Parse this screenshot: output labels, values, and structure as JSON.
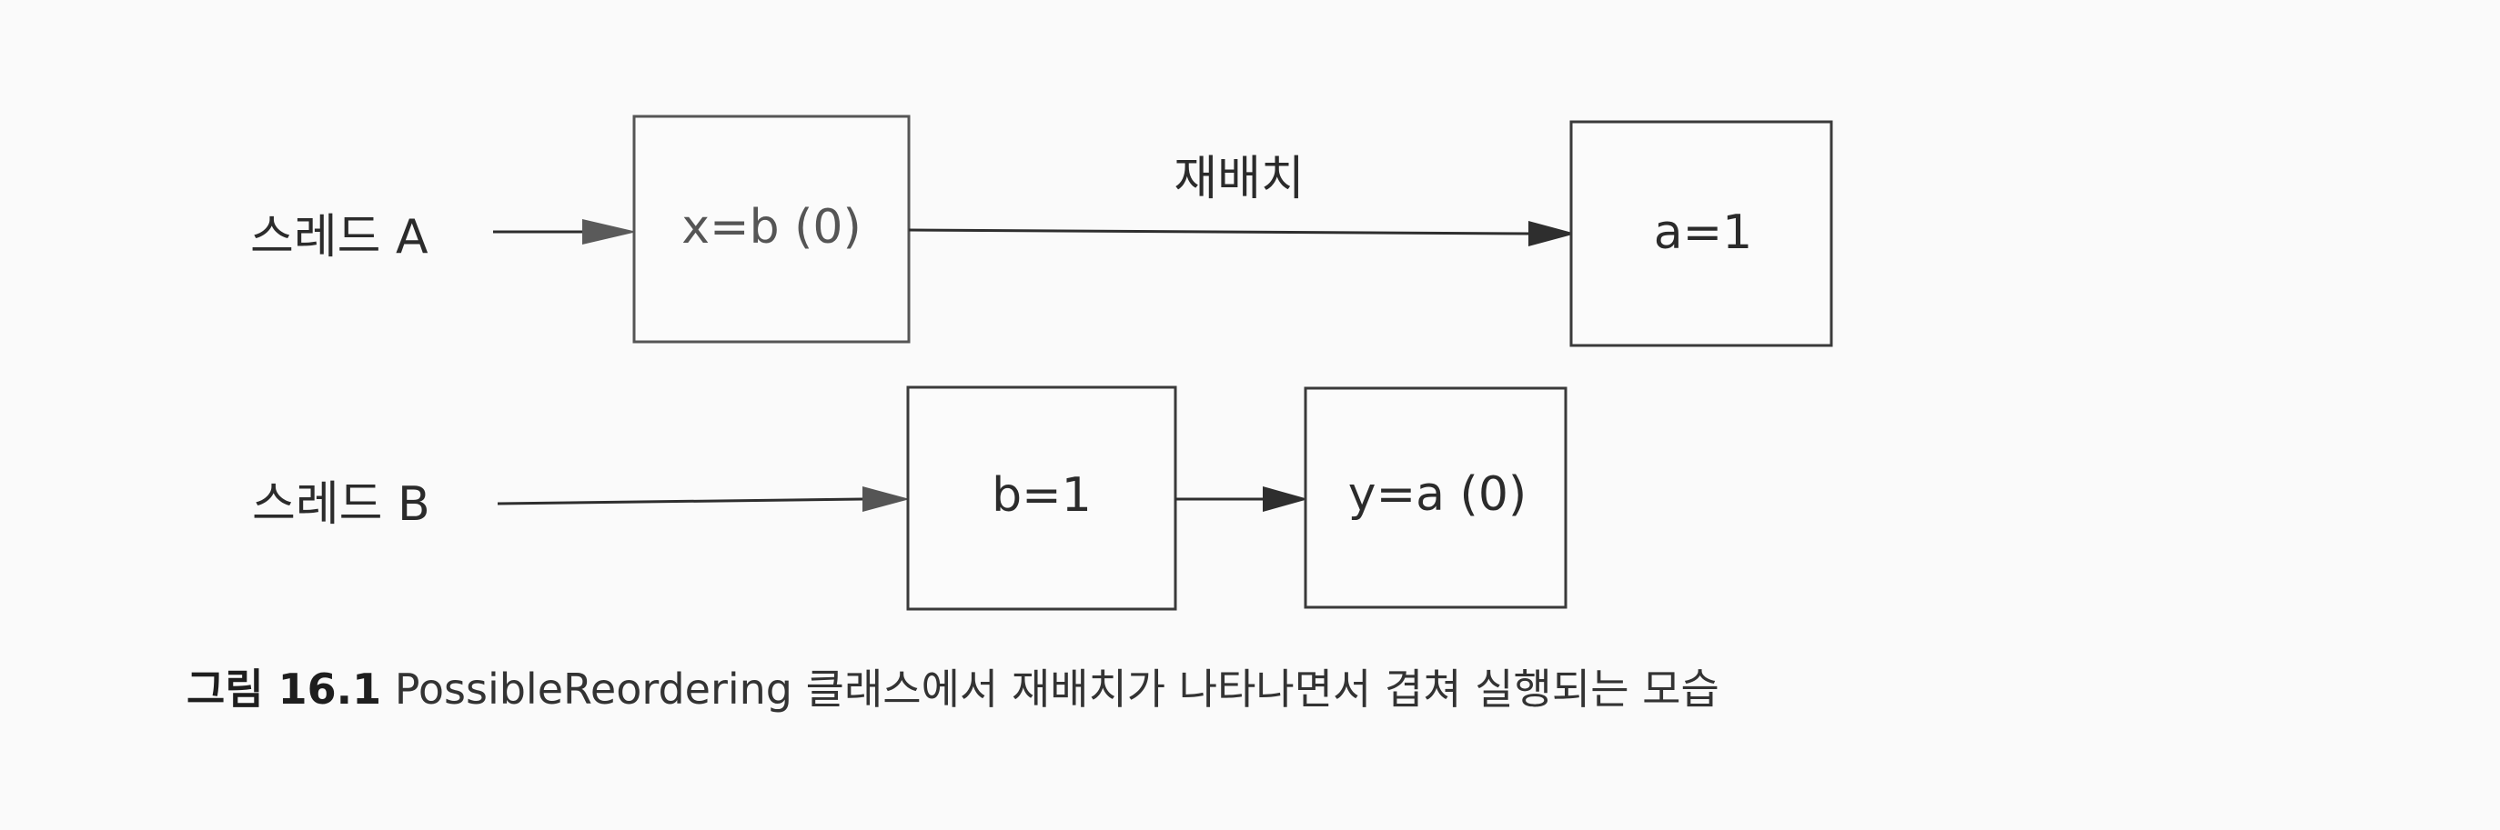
{
  "threads": {
    "a_label": "스레드 A",
    "b_label": "스레드 B"
  },
  "boxes": {
    "a_first": "x=b (0)",
    "a_second": "a=1",
    "b_first": "b=1",
    "b_second": "y=a (0)"
  },
  "edge_label": "재배치",
  "caption": {
    "number": "그림 16.1",
    "text": "PossibleReordering 클래스에서 재배치가 나타나면서 겹쳐 실행되는 모습"
  }
}
